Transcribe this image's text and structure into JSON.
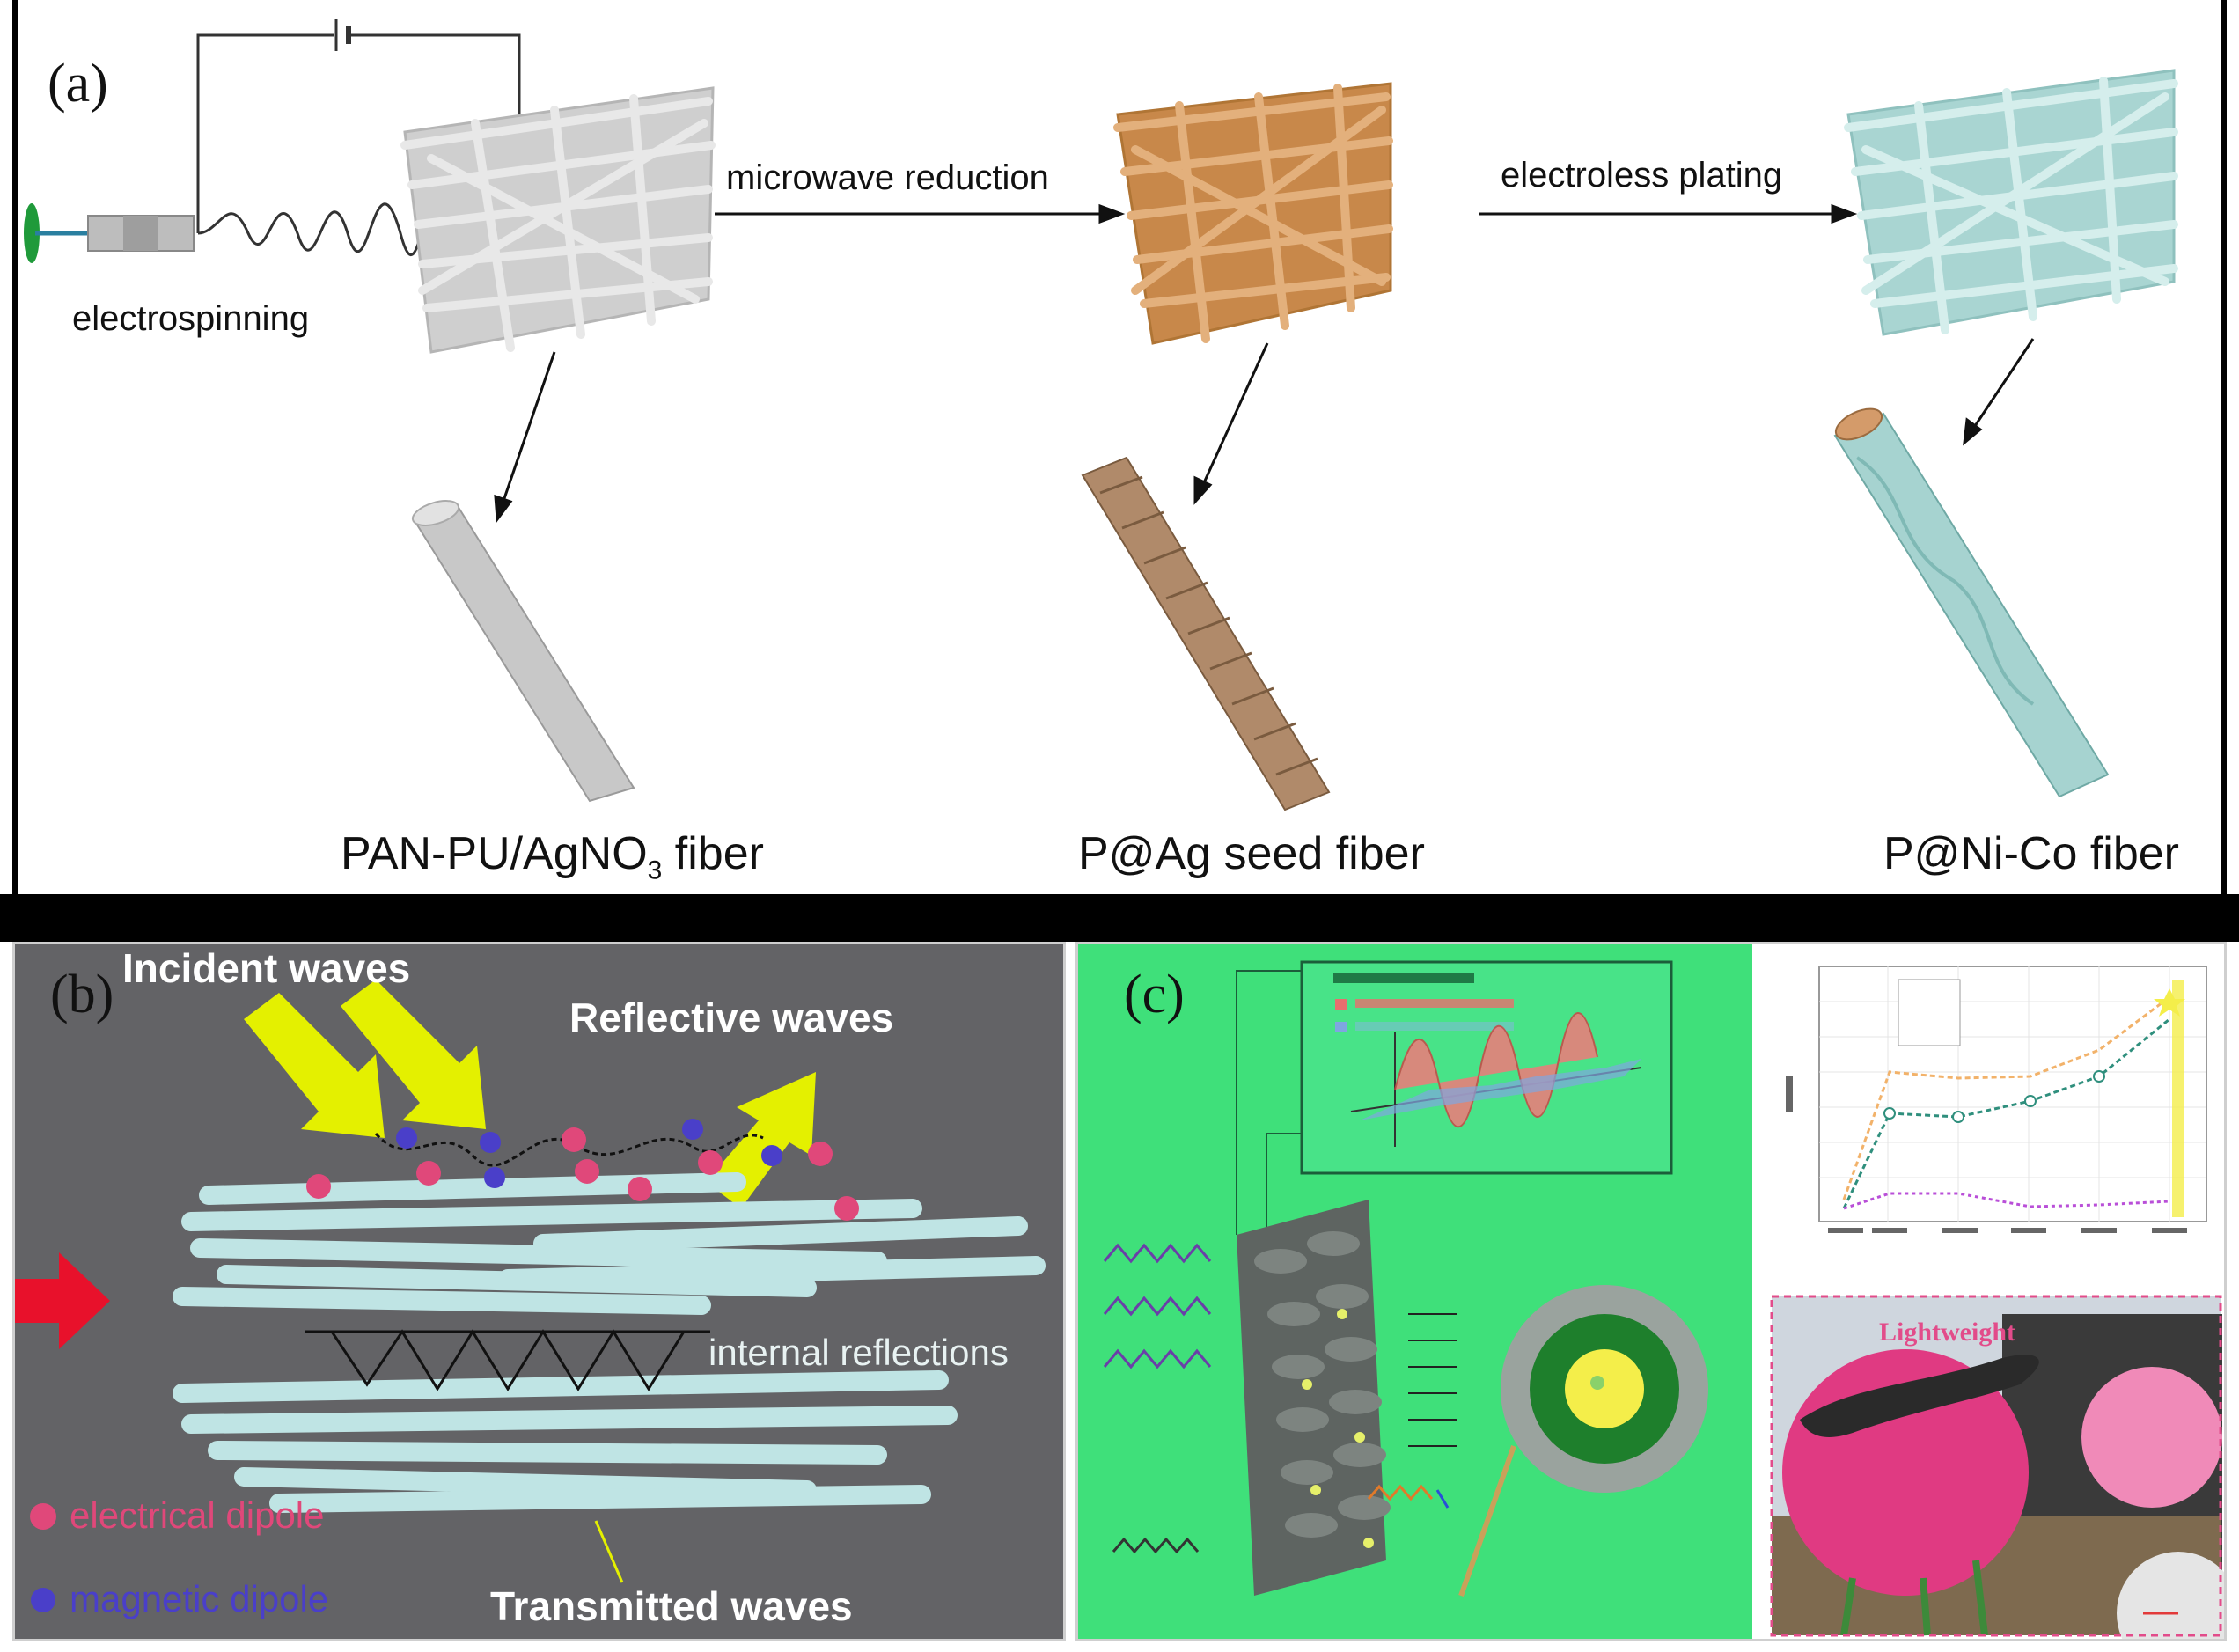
{
  "panel_a": {
    "label": "(a)",
    "electrospinning": "electrospinning",
    "microwave": "microwave reduction",
    "electroless": "electroless plating",
    "fiber1": "PAN-PU/AgNO",
    "fiber1_sub": "3",
    "fiber1_suffix": " fiber",
    "fiber2": "P@Ag seed fiber",
    "fiber3": "P@Ni-Co fiber",
    "colors": {
      "gray_mat": "#c9c9c9",
      "orange_mat": "#d4a06a",
      "teal_mat": "#bfe0df"
    }
  },
  "panel_b": {
    "label": "(b)",
    "incident": "Incident  waves",
    "reflective": "Reflective  waves",
    "internal": "internal reflections",
    "transmitted": "Transmitted waves",
    "electrical": "electrical dipole",
    "magnetic": "magnetic dipole",
    "colors": {
      "background": "#636366",
      "arrow": "#e4f000",
      "fiber": "#bfe4e4",
      "electrical": "#e0487a",
      "magnetic": "#4a3fc9",
      "red_arrow": "#e8112b"
    }
  },
  "panel_c": {
    "label": "(c)",
    "lightweight": "Lightweight",
    "colors": {
      "background": "#3fe07a",
      "graph_orange": "#f2b26a",
      "graph_teal": "#2f8f7d",
      "graph_purple": "#b94fd8",
      "yellow_bar": "#f4ee4a"
    }
  }
}
